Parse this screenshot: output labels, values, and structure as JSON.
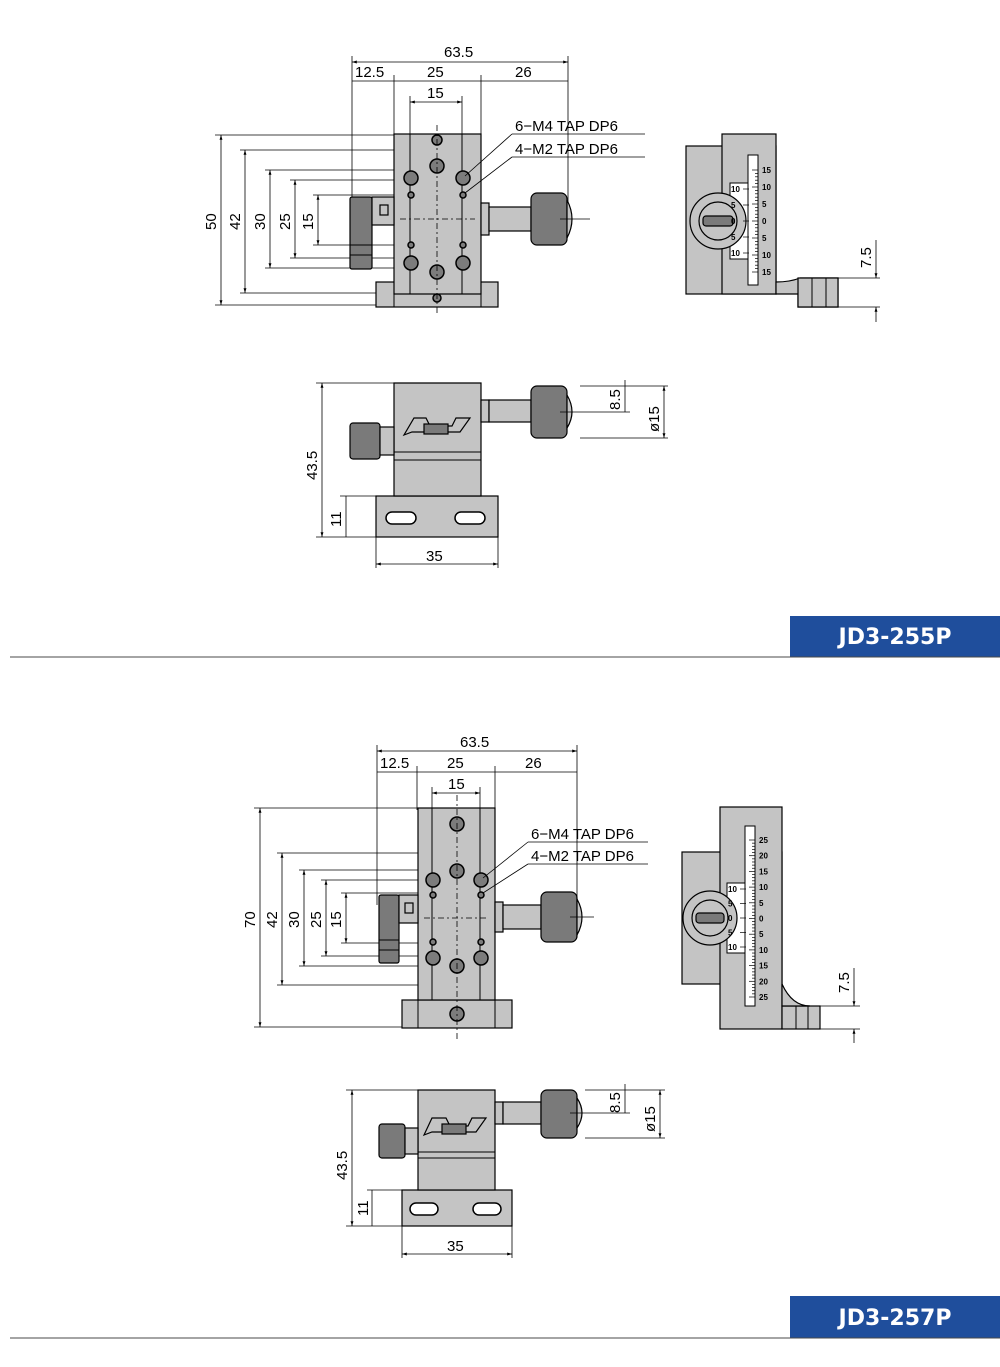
{
  "products": [
    {
      "model": "JD3-255P",
      "dims": {
        "width": "63.5",
        "left": "12.5",
        "center": "25",
        "right": "26",
        "hole_pitch": "15",
        "height": "50",
        "h42": "42",
        "h30": "30",
        "h25": "25",
        "h15": "15",
        "tap1": "6−M4 TAP DP6",
        "tap2": "4−M2 TAP DP6",
        "offset": "7.5",
        "total_height": "43.5",
        "base_height": "11",
        "base_width": "35",
        "knob_offset": "8.5",
        "knob_dia": "ø15"
      },
      "scale_labels": [
        "15",
        "10",
        "5",
        "0",
        "5",
        "10",
        "15"
      ],
      "vernier_labels": [
        "10",
        "5",
        "0",
        "5",
        "10"
      ]
    },
    {
      "model": "JD3-257P",
      "dims": {
        "width": "63.5",
        "left": "12.5",
        "center": "25",
        "right": "26",
        "hole_pitch": "15",
        "height": "70",
        "h42": "42",
        "h30": "30",
        "h25": "25",
        "h15": "15",
        "tap1": "6−M4 TAP DP6",
        "tap2": "4−M2 TAP DP6",
        "offset": "7.5",
        "total_height": "43.5",
        "base_height": "11",
        "base_width": "35",
        "knob_offset": "8.5",
        "knob_dia": "ø15"
      },
      "scale_labels": [
        "25",
        "20",
        "15",
        "10",
        "5",
        "0",
        "5",
        "10",
        "15",
        "20",
        "25"
      ],
      "vernier_labels": [
        "10",
        "5",
        "0",
        "5",
        "10"
      ]
    }
  ],
  "colors": {
    "badge": "#1f4e9c",
    "body": "#c4c4c4",
    "hole": "#7c7c7c"
  }
}
